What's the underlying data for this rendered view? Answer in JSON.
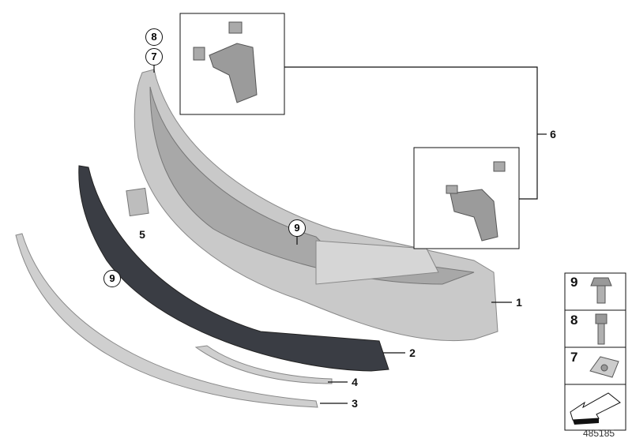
{
  "diagram": {
    "callouts": [
      {
        "id": "1",
        "style": "plain"
      },
      {
        "id": "2",
        "style": "plain"
      },
      {
        "id": "3",
        "style": "plain"
      },
      {
        "id": "4",
        "style": "plain"
      },
      {
        "id": "5",
        "style": "plain"
      },
      {
        "id": "6",
        "style": "plain"
      },
      {
        "id": "7",
        "style": "circled"
      },
      {
        "id": "8",
        "style": "circled"
      },
      {
        "id": "9",
        "style": "circled"
      },
      {
        "id": "9",
        "style": "circled"
      }
    ],
    "legend": [
      {
        "number": "9",
        "icon": "flange-bolt-icon"
      },
      {
        "number": "8",
        "icon": "hex-bolt-icon"
      },
      {
        "number": "7",
        "icon": "clip-nut-icon"
      },
      {
        "number": "",
        "icon": "arrow-orientation-icon"
      }
    ],
    "document_number": "485185",
    "colors": {
      "part": "#c8c8c8",
      "part_dark": "#9a9a9a",
      "grille": "#3a3d44",
      "line": "#111111"
    }
  }
}
